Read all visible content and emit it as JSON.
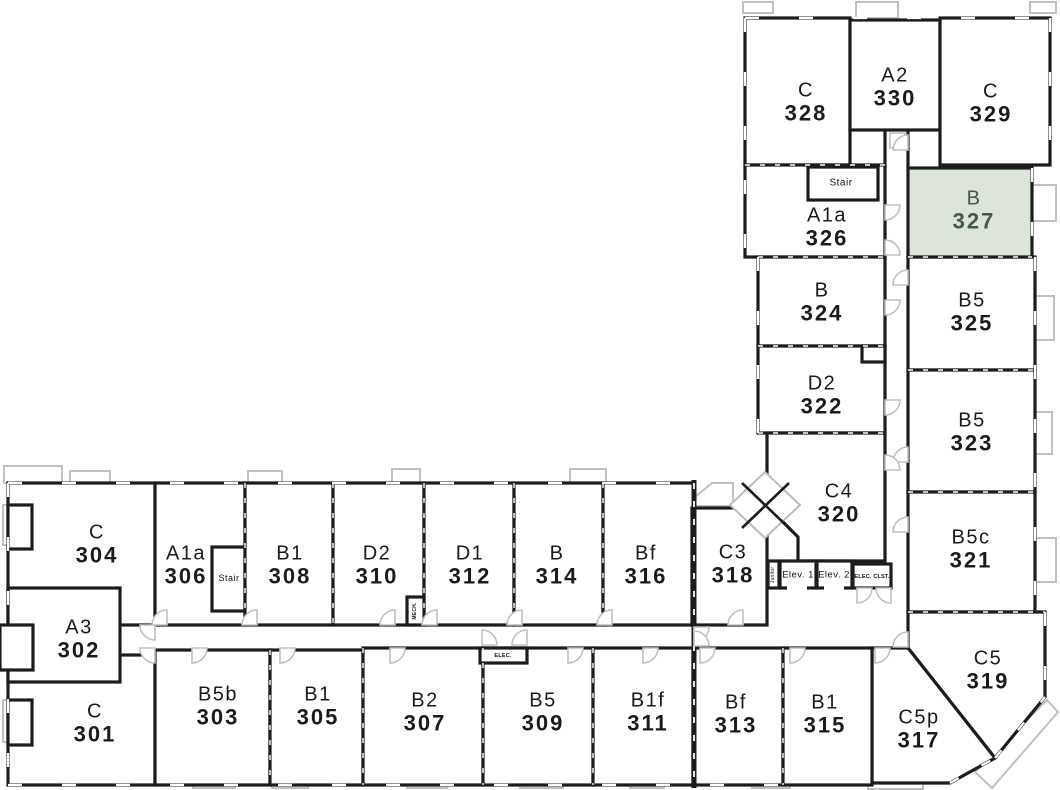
{
  "plan": {
    "highlight_fill": "#dde4d8",
    "highlight_text": "#44584a",
    "wall_color": "#1c1c1c",
    "door_color": "#c0c0c0"
  },
  "rooms": [
    {
      "type": "C",
      "number": "328",
      "highlighted": false
    },
    {
      "type": "A2",
      "number": "330",
      "highlighted": false
    },
    {
      "type": "C",
      "number": "329",
      "highlighted": false
    },
    {
      "type": "B",
      "number": "327",
      "highlighted": true
    },
    {
      "type": "A1a",
      "number": "326",
      "highlighted": false
    },
    {
      "type": "B",
      "number": "324",
      "highlighted": false
    },
    {
      "type": "B5",
      "number": "325",
      "highlighted": false
    },
    {
      "type": "D2",
      "number": "322",
      "highlighted": false
    },
    {
      "type": "B5",
      "number": "323",
      "highlighted": false
    },
    {
      "type": "C4",
      "number": "320",
      "highlighted": false
    },
    {
      "type": "B5c",
      "number": "321",
      "highlighted": false
    },
    {
      "type": "C5",
      "number": "319",
      "highlighted": false
    },
    {
      "type": "C",
      "number": "304",
      "highlighted": false
    },
    {
      "type": "A1a",
      "number": "306",
      "highlighted": false
    },
    {
      "type": "B1",
      "number": "308",
      "highlighted": false
    },
    {
      "type": "D2",
      "number": "310",
      "highlighted": false
    },
    {
      "type": "D1",
      "number": "312",
      "highlighted": false
    },
    {
      "type": "B",
      "number": "314",
      "highlighted": false
    },
    {
      "type": "Bf",
      "number": "316",
      "highlighted": false
    },
    {
      "type": "C3",
      "number": "318",
      "highlighted": false
    },
    {
      "type": "A3",
      "number": "302",
      "highlighted": false
    },
    {
      "type": "C",
      "number": "301",
      "highlighted": false
    },
    {
      "type": "B5b",
      "number": "303",
      "highlighted": false
    },
    {
      "type": "B1",
      "number": "305",
      "highlighted": false
    },
    {
      "type": "B2",
      "number": "307",
      "highlighted": false
    },
    {
      "type": "B5",
      "number": "309",
      "highlighted": false
    },
    {
      "type": "B1f",
      "number": "311",
      "highlighted": false
    },
    {
      "type": "Bf",
      "number": "313",
      "highlighted": false
    },
    {
      "type": "B1",
      "number": "315",
      "highlighted": false
    },
    {
      "type": "C5p",
      "number": "317",
      "highlighted": false
    }
  ],
  "labels": {
    "stair_upper": "Stair",
    "stair_lower": "Stair",
    "elev1": "Elev. 1",
    "elev2": "Elev. 2",
    "elec_clst": "ELEC. CLST.",
    "elec": "ELEC.",
    "mech": "MECH.",
    "janitor": "Janitor"
  }
}
